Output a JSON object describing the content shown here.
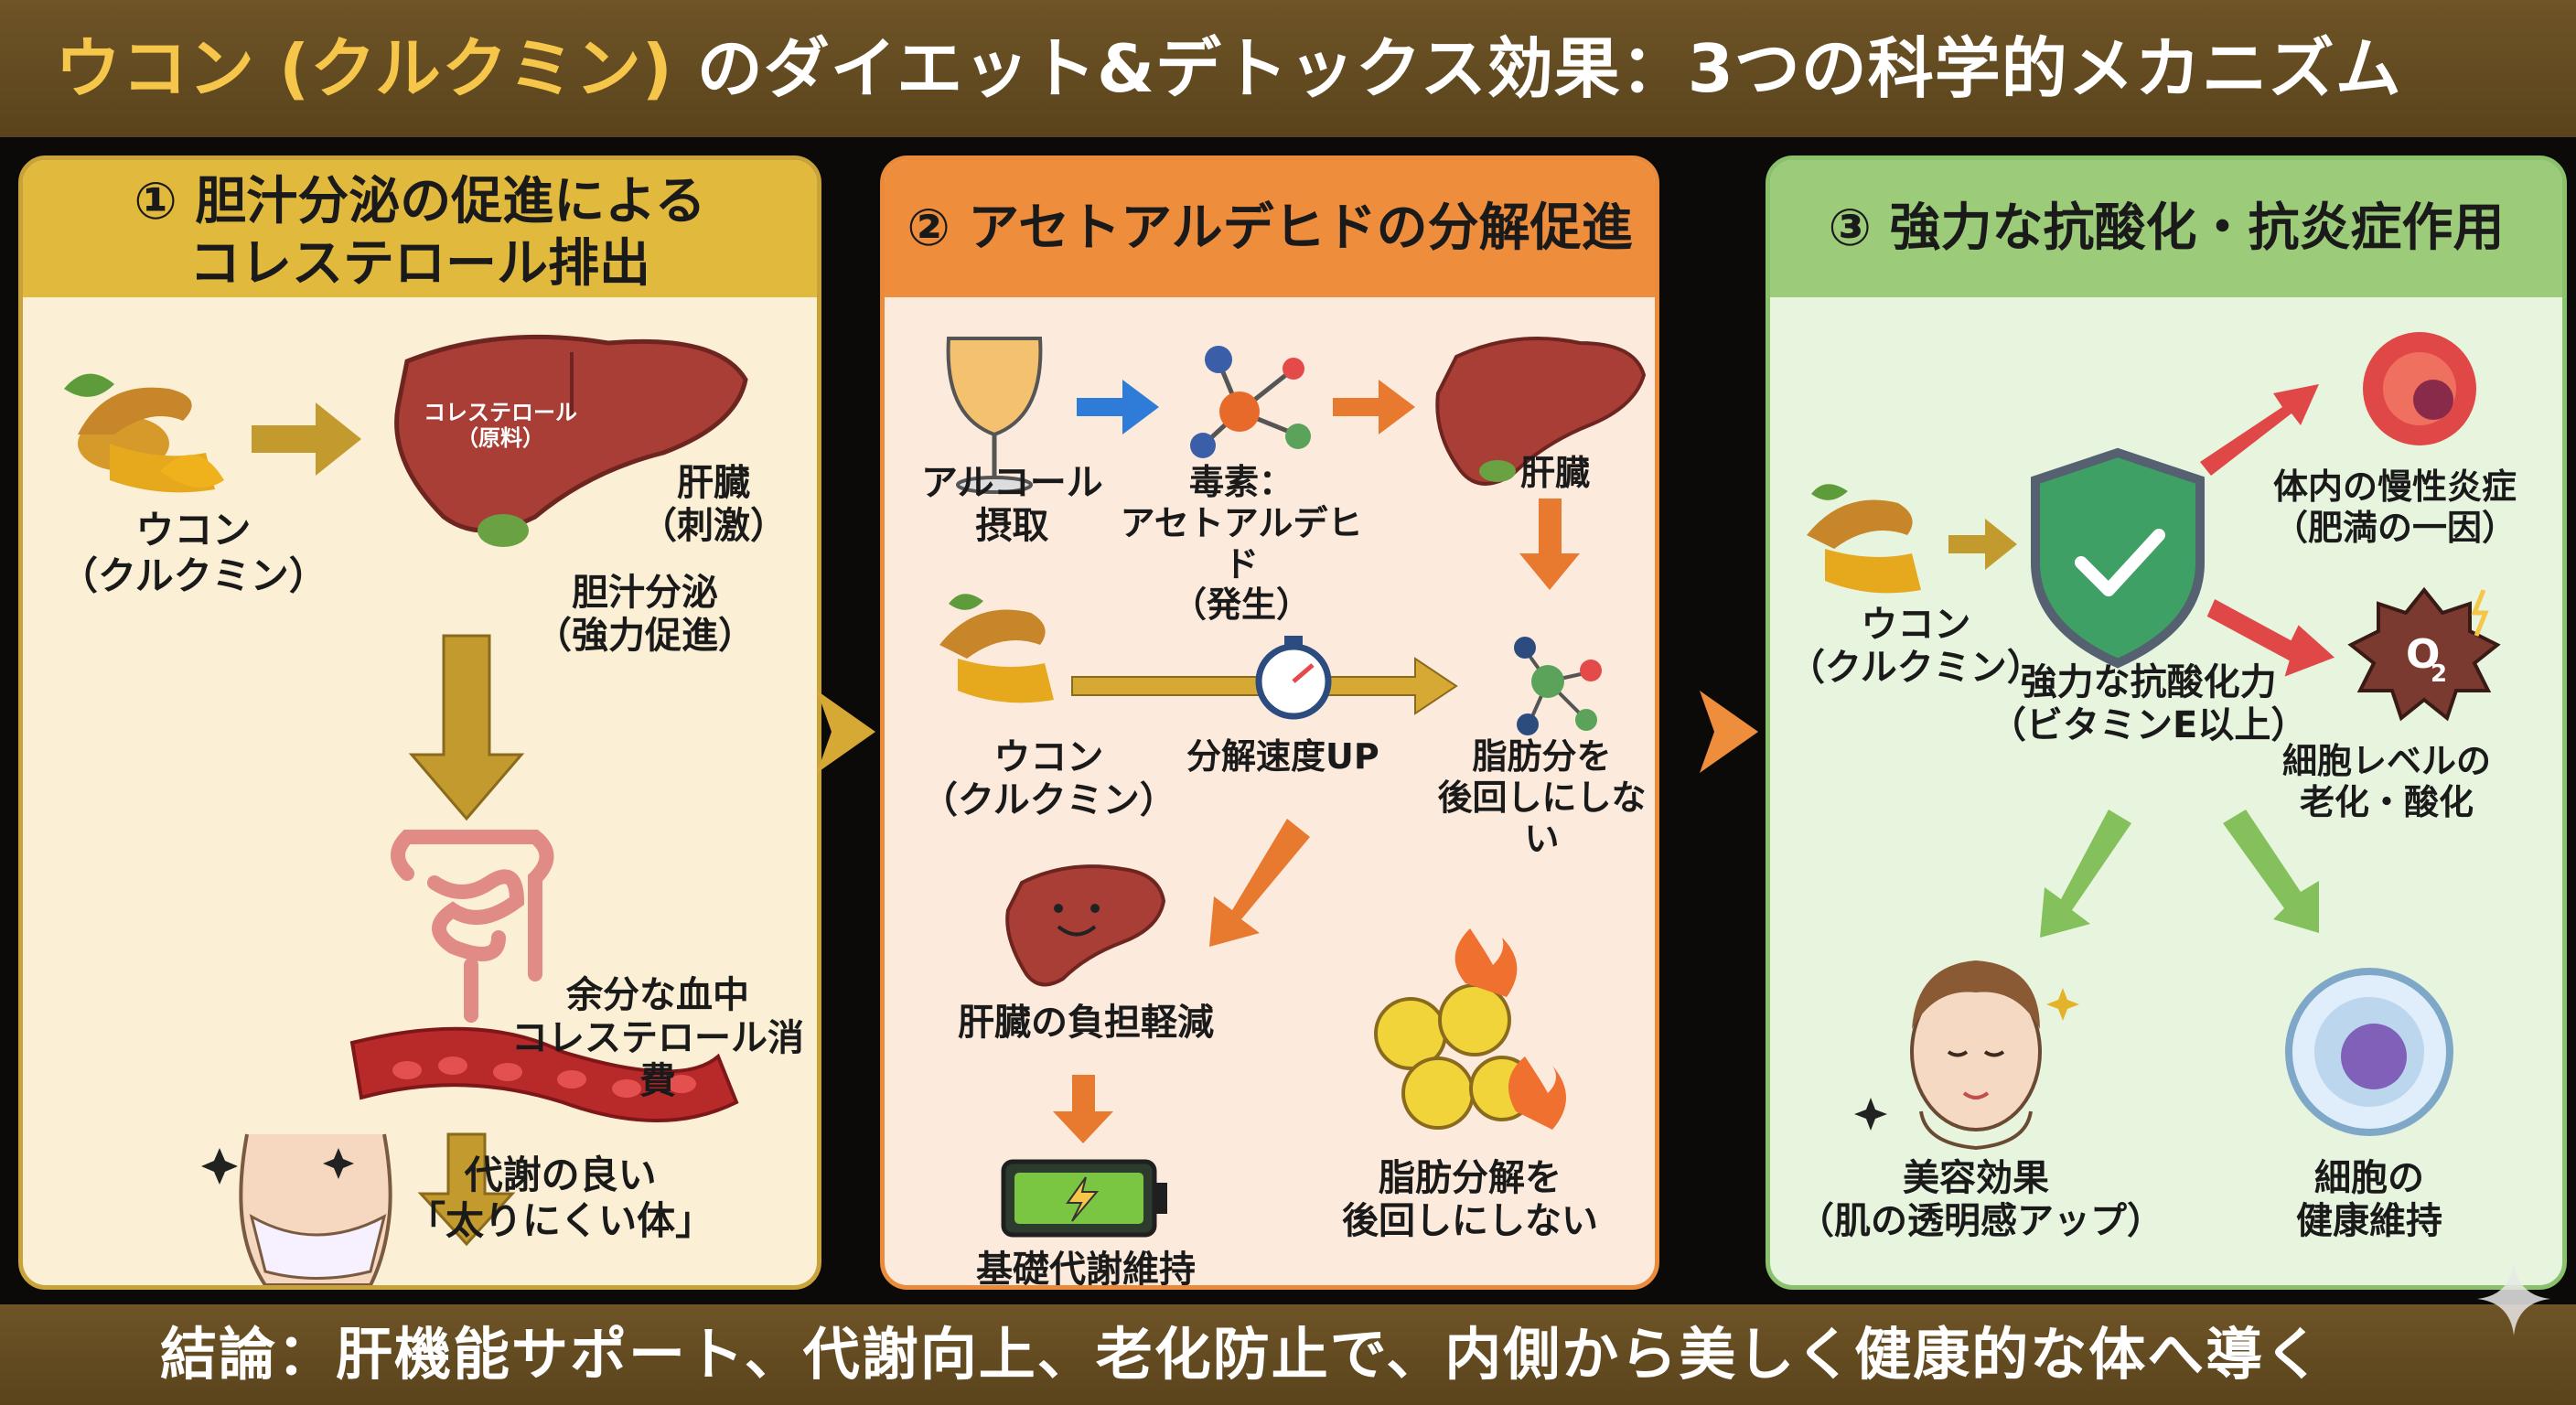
{
  "title": {
    "part1": "ウコン (クルクミン)",
    "part2": " のダイエット&デトックス効果：3つの科学的メカニズム"
  },
  "panels": [
    {
      "header": "① 胆汁分泌の促進による\nコレステロール排出",
      "labels": {
        "turmeric": "ウコン\n（クルクミン）",
        "liver_inner": "コレステロール\n（原料）",
        "liver": "肝臓\n（刺激）",
        "bile": "胆汁分泌\n（強力促進）",
        "blood": "余分な血中\nコレステロール消費",
        "result": "代謝の良い\n「太りにくい体」"
      }
    },
    {
      "header": "② アセトアルデヒドの分解促進",
      "labels": {
        "alcohol": "アルコール\n摂取",
        "toxin": "毒素：\nアセトアルデヒド\n（発生）",
        "liver": "肝臓",
        "turmeric": "ウコン\n（クルクミン）",
        "speed": "分解速度UP",
        "fat_defer": "脂肪分を\n後回しにしない",
        "burden": "肝臓の負担軽減",
        "metabolism": "基礎代謝維持",
        "fat_break": "脂肪分解を\n後回しにしない"
      }
    },
    {
      "header": "③ 強力な抗酸化・抗炎症作用",
      "labels": {
        "turmeric": "ウコン\n（クルクミン）",
        "antioxidant": "強力な抗酸化力\n（ビタミンE以上）",
        "inflammation": "体内の慢性炎症\n（肥満の一因）",
        "aging": "細胞レベルの\n老化・酸化",
        "beauty": "美容効果\n（肌の透明感アップ）",
        "cell": "細胞の\n健康維持"
      }
    }
  ],
  "footer": "結論：肝機能サポート、代謝向上、老化防止で、内側から美しく健康的な体へ導く",
  "colors": {
    "title_accent": "#f6c64a",
    "panel1": "#e1b93d",
    "panel2": "#ee8d3c",
    "panel3": "#9ccb79"
  }
}
